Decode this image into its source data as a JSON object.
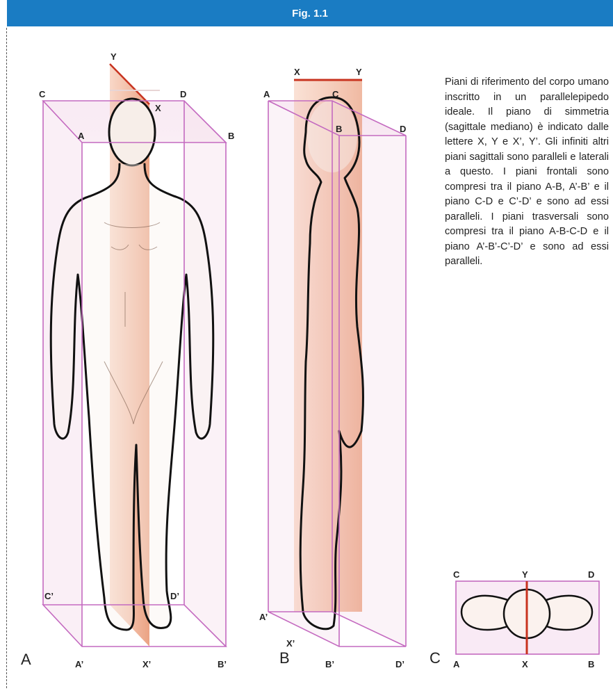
{
  "figure": {
    "title": "Fig. 1.1"
  },
  "caption": "Piani di riferimento del corpo umano inscritto in un parallelepipedo ideale. Il piano di simmetria (sagittale mediano) è indicato dalle lettere X, Y e X’, Y’. Gli infiniti altri piani sagittali sono paralleli e laterali a questo. I piani frontali sono compresi tra il piano A-B, A’-B’ e il piano C-D e C’-D’ e sono ad essi paralleli. I piani trasversali sono compresi tra il piano A-B-C-D e il piano A’-B’-C’-D’ e sono ad essi paralleli.",
  "panels": {
    "a": {
      "letter": "A",
      "labels": {
        "Y": "Y",
        "C": "C",
        "D": "D",
        "X": "X",
        "A": "A",
        "B": "B",
        "C_prime": "C’",
        "D_prime": "D’",
        "A_prime": "A’",
        "X_prime": "X’",
        "B_prime": "B’"
      }
    },
    "b": {
      "letter": "B",
      "labels": {
        "X": "X",
        "Y": "Y",
        "A": "A",
        "C": "C",
        "B": "B",
        "D": "D",
        "A_prime": "A’",
        "X_prime": "X’",
        "B_prime": "B’",
        "D_prime": "D’"
      }
    },
    "c": {
      "letter": "C",
      "labels": {
        "C": "C",
        "Y": "Y",
        "D": "D",
        "A": "A",
        "X": "X",
        "B": "B"
      }
    }
  },
  "colors": {
    "header": "#1a7cc3",
    "box": "#c46ac0",
    "plane": "#e07040",
    "plane_edge": "#c8331f"
  }
}
